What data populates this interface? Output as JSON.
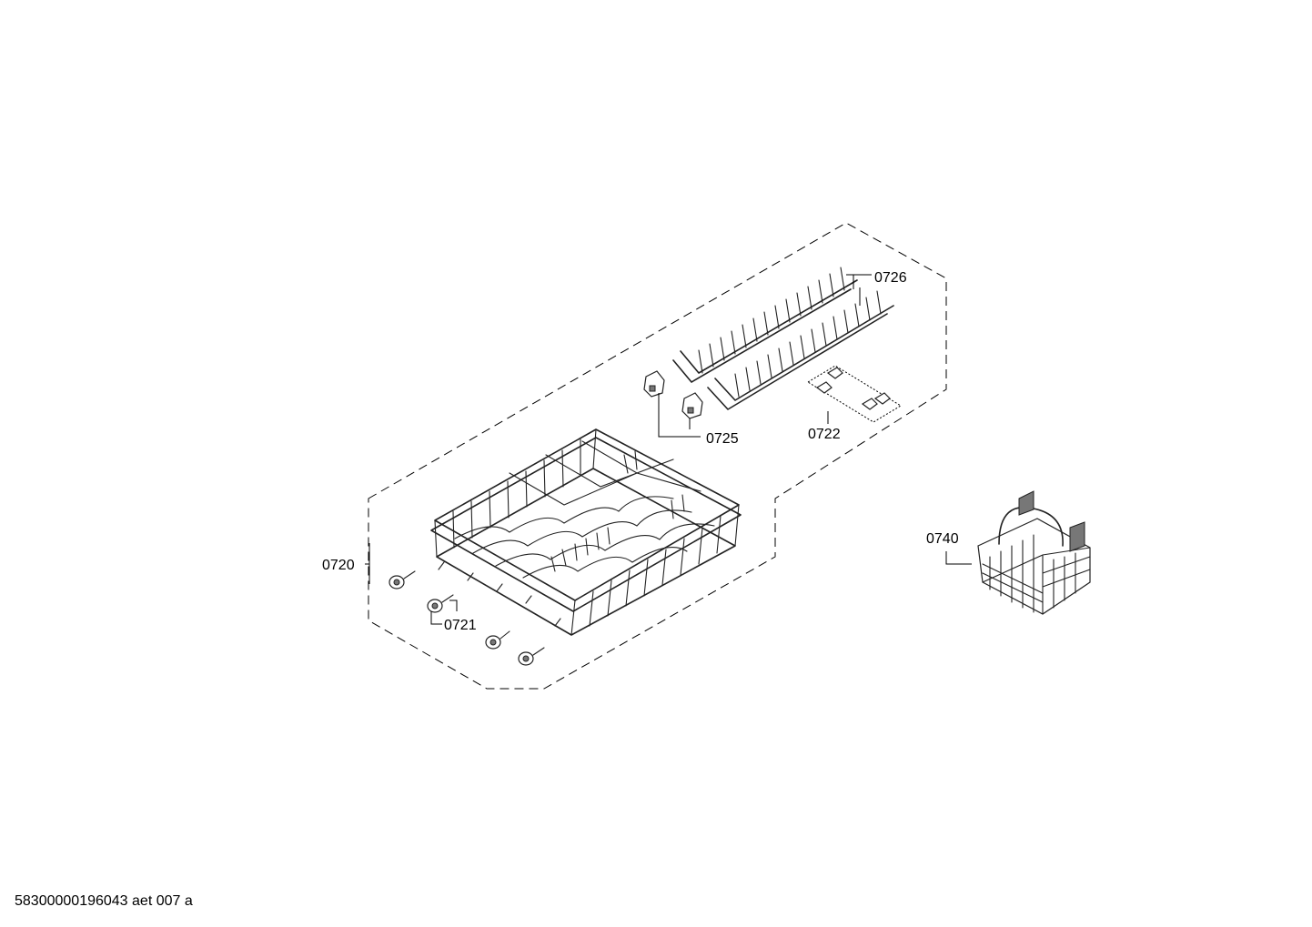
{
  "callouts": {
    "lower_basket": "0720",
    "wheels": "0721",
    "clips": "0722",
    "holders": "0725",
    "plate_racks": "0726",
    "cutlery_basket": "0740"
  },
  "document_code": "58300000196043 aet 007 a"
}
